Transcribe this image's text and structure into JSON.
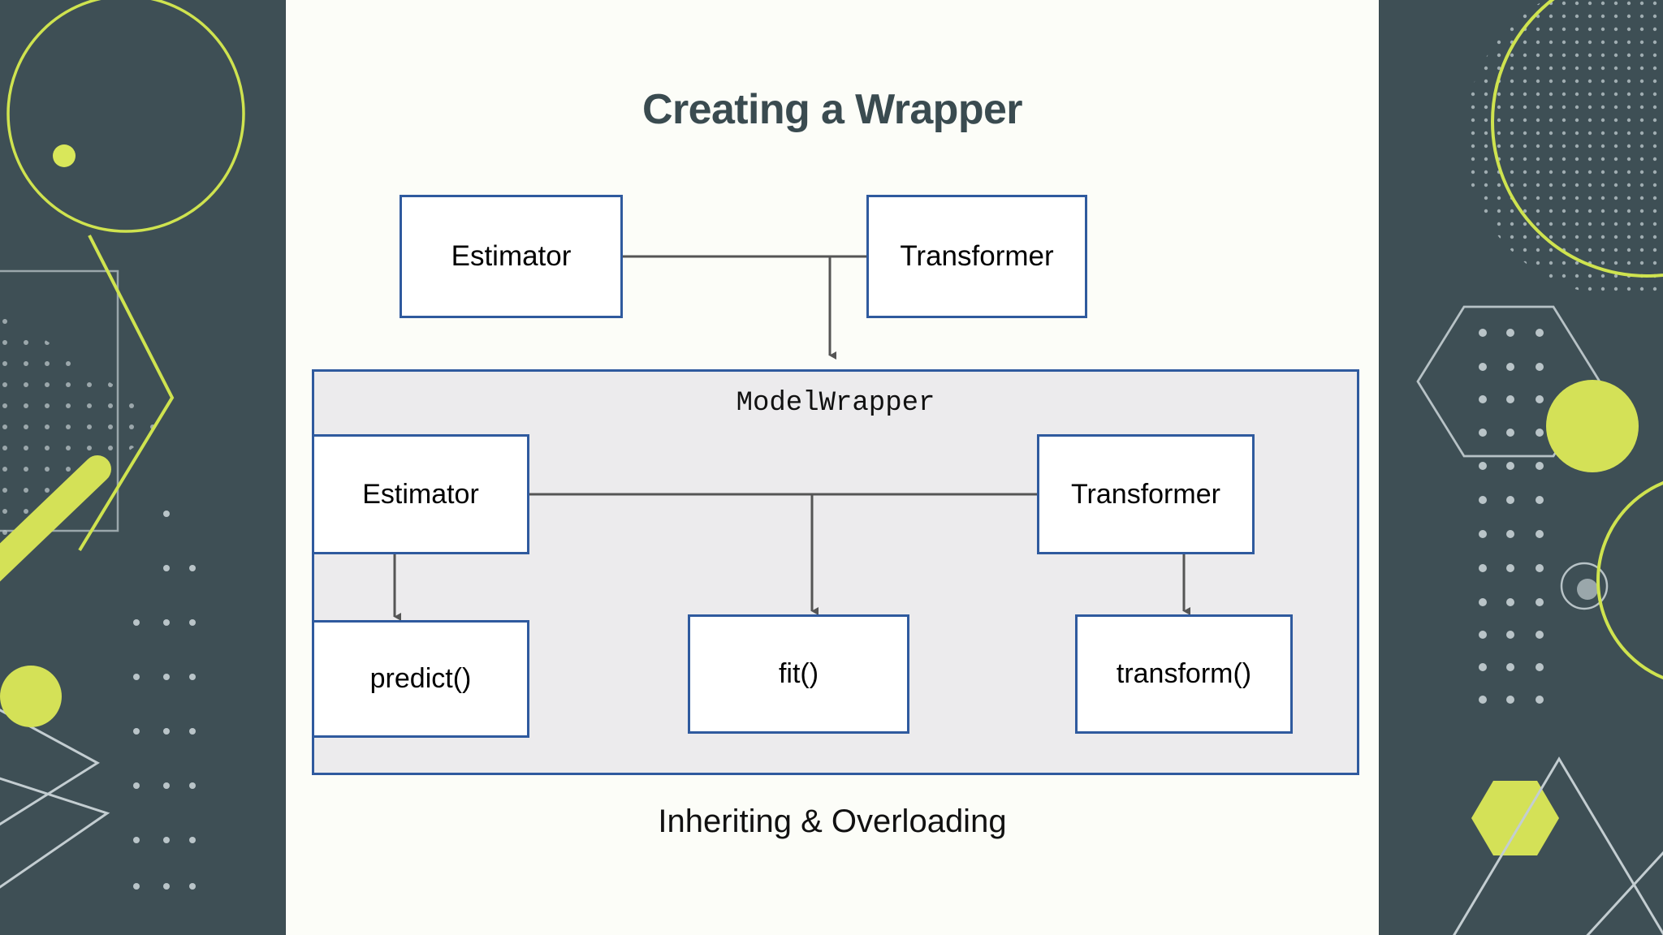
{
  "slide": {
    "title": "Creating a Wrapper",
    "caption": "Inheriting & Overloading",
    "title_color": "#3a4b50",
    "background_color": "#3e4f55",
    "card_color": "#fcfdf8",
    "accent_color": "#d4e157",
    "node_border_color": "#2f5a9e",
    "panel_fill_color": "#ecebed",
    "connector_color": "#555555"
  },
  "diagram": {
    "wrapper_label": "ModelWrapper",
    "top_nodes": [
      {
        "label": "Estimator"
      },
      {
        "label": "Transformer"
      }
    ],
    "inner_base_nodes": [
      {
        "label": "Estimator"
      },
      {
        "label": "Transformer"
      }
    ],
    "method_nodes": [
      {
        "label": "predict()"
      },
      {
        "label": "fit()"
      },
      {
        "label": "transform()"
      }
    ]
  },
  "decor": {
    "left": {
      "shapes": [
        "circle-outline-lime",
        "dot-lime-small",
        "square-outline-gray",
        "dot-triangle-field",
        "chevron-lime-thin",
        "diagonal-bar-lime-thick",
        "dot-grid-3col",
        "circle-lime-filled",
        "chevron-lines-white"
      ]
    },
    "right": {
      "shapes": [
        "circle-outline-lime",
        "halftone-dot-disc",
        "hexagon-outline-gray",
        "dot-grid-3col",
        "circle-lime-filled",
        "ring-with-dot",
        "circle-outline-lime-small",
        "hexagon-lime-filled",
        "chevron-lines-white"
      ]
    }
  }
}
